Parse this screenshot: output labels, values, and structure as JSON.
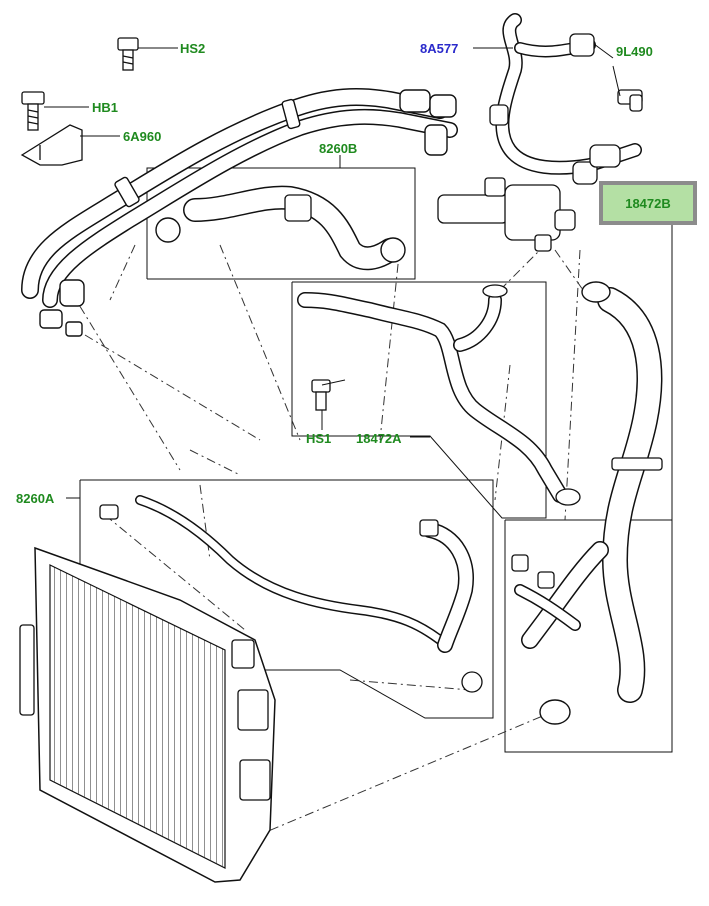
{
  "diagram": {
    "labels": {
      "hs2": "HS2",
      "hb1": "HB1",
      "a6960": "6A960",
      "a8577": "8A577",
      "l9490": "9L490",
      "b8260": "8260B",
      "b18472": "18472B",
      "hs1": "HS1",
      "a18472": "18472A",
      "a8260": "8260A"
    },
    "highlighted_part": "18472B",
    "colors": {
      "label_green": "#1f8a1f",
      "label_blue": "#2a2acb",
      "highlight_fill": "#b4e0a4",
      "highlight_border": "#8c8c8c"
    }
  }
}
